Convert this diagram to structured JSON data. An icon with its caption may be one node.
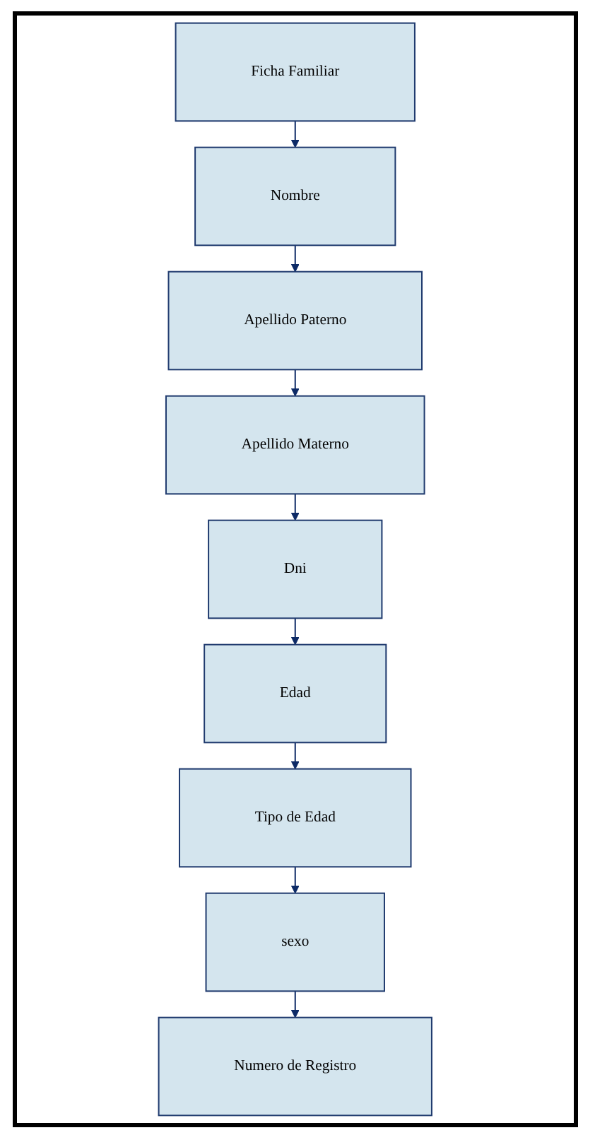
{
  "diagram": {
    "nodes": [
      {
        "text": [
          "Ficha Familiar"
        ]
      },
      {
        "text": [
          "Nombre"
        ]
      },
      {
        "text": [
          "Apellido Paterno"
        ]
      },
      {
        "text": [
          "Apellido Materno"
        ]
      },
      {
        "text": [
          "Dni"
        ]
      },
      {
        "text": [
          "Edad"
        ]
      },
      {
        "text": [
          "Tipo de Edad"
        ]
      },
      {
        "text": [
          "sexo"
        ]
      },
      {
        "text": [
          "Numero de Registro"
        ]
      }
    ],
    "edges": [
      {
        "from": 0,
        "to": 1,
        "arrow": "to"
      },
      {
        "from": 1,
        "to": 2,
        "arrow": "to"
      },
      {
        "from": 2,
        "to": 3,
        "arrow": "to"
      },
      {
        "from": 3,
        "to": 4,
        "arrow": "to"
      },
      {
        "from": 4,
        "to": 5,
        "arrow": "to"
      },
      {
        "from": 5,
        "to": 6,
        "arrow": "to"
      },
      {
        "from": 6,
        "to": 7,
        "arrow": "to"
      },
      {
        "from": 7,
        "to": 8,
        "arrow": "to"
      }
    ]
  }
}
